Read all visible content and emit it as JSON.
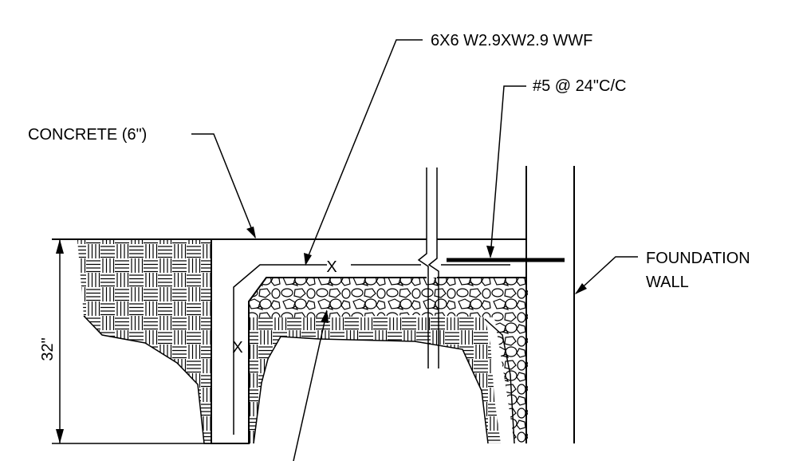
{
  "labels": {
    "wwf": "6X6 W2.9XW2.9 WWF",
    "rebar": "#5 @ 24\"C/C",
    "concrete": "CONCRETE (6\")",
    "foundation_line1": "FOUNDATION",
    "foundation_line2": "WALL",
    "dimension": "32\"",
    "x_mark_top": "X",
    "x_mark_side": "X"
  }
}
